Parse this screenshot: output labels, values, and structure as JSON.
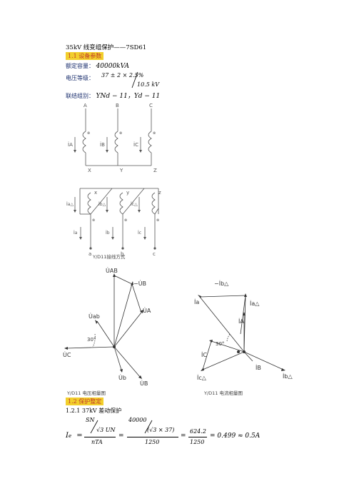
{
  "doc_title": "35kV 线变组保护——7SD61",
  "sections": {
    "s1": "1.1 设备参数",
    "s2": "1.2 保护整定"
  },
  "params": {
    "capacity_label": "额定容量：",
    "capacity_value": "40000kVA",
    "voltage_label": "电压等级：",
    "voltage_value_top": "37 ± 2 × 2.5%",
    "voltage_value_bottom": "10.5 kV",
    "group_label": "联结组别：",
    "group_value": "YNd − 11，Yd − 11"
  },
  "wiring": {
    "caption": "Y/D11接线方式",
    "hv_phases": [
      "A",
      "B",
      "C"
    ],
    "hv_neutral": [
      "X",
      "Y",
      "Z"
    ],
    "hv_currents": [
      "İA",
      "İB",
      "İC"
    ],
    "lv_terms": [
      "x",
      "y",
      "z"
    ],
    "lv_currents": [
      "İa△",
      "İb△",
      "İc△"
    ],
    "lv_out_currents": [
      "İa",
      "İb",
      "İc"
    ],
    "lv_phases": [
      "a",
      "b",
      "c"
    ]
  },
  "phasor_v": {
    "caption": "Y/D11  电压相量图",
    "labels": [
      "U̇AB",
      "−U̇B",
      "U̇A",
      "U̇ab",
      "U̇C",
      "U̇b",
      "U̇B",
      "30°"
    ]
  },
  "phasor_i": {
    "caption": "Y/D11    电流相量图",
    "labels": [
      "−İb△",
      "İa",
      "İa△",
      "İA",
      "30°",
      "İC",
      "İB",
      "İc△",
      "İb△"
    ]
  },
  "formula": {
    "heading": "1.2.1 37kV 差动保护",
    "Ie": "I",
    "Ie_sub": "e",
    "num1": "SN",
    "den_inner": "√3 UN",
    "den1": "nTA",
    "num2": "40000",
    "den_inner2": "(√3 × 37)",
    "den2": "1250",
    "num3": "624.2",
    "den3": "1250",
    "result": "= 0.499 ≈ 0.5A"
  }
}
